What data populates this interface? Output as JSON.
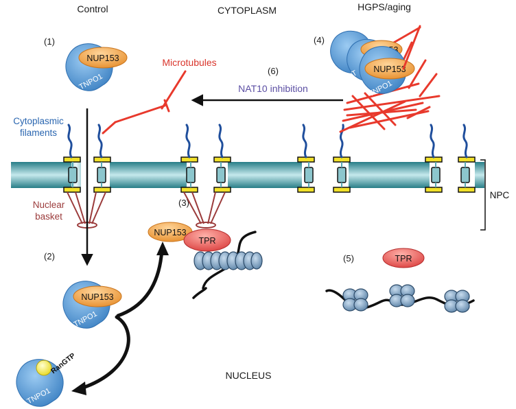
{
  "header": {
    "control": "Control",
    "cytoplasm": "CYTOPLASM",
    "hgps": "HGPS/aging",
    "nucleus": "NUCLEUS"
  },
  "steps": {
    "s1": "(1)",
    "s2": "(2)",
    "s3": "(3)",
    "s4": "(4)",
    "s5": "(5)",
    "s6": "(6)"
  },
  "labels": {
    "microtubules": "Microtubules",
    "nat10": "NAT10 inhibition",
    "filaments_line1": "Cytoplasmic",
    "filaments_line2": "filaments",
    "basket_line1": "Nuclear",
    "basket_line2": "basket",
    "npc": "NPC"
  },
  "proteins": {
    "nup153": "NUP153",
    "tnpo1": "TNPO1",
    "tpr": "TPR",
    "rangtp": "RanGTP",
    "stack_partial": "153",
    "stack_t": "T"
  },
  "colors": {
    "blue_protein": "#5b9bd5",
    "orange_protein": "#f0a44a",
    "red_protein": "#e94b4b",
    "microtubule": "#e8392c",
    "filament": "#1f4e9c",
    "basket": "#9b3b3b",
    "membrane": "#2a9aa5",
    "nat10_text": "#5b4ea3",
    "microtubule_text": "#d9342b",
    "filament_text": "#2a66b0"
  }
}
